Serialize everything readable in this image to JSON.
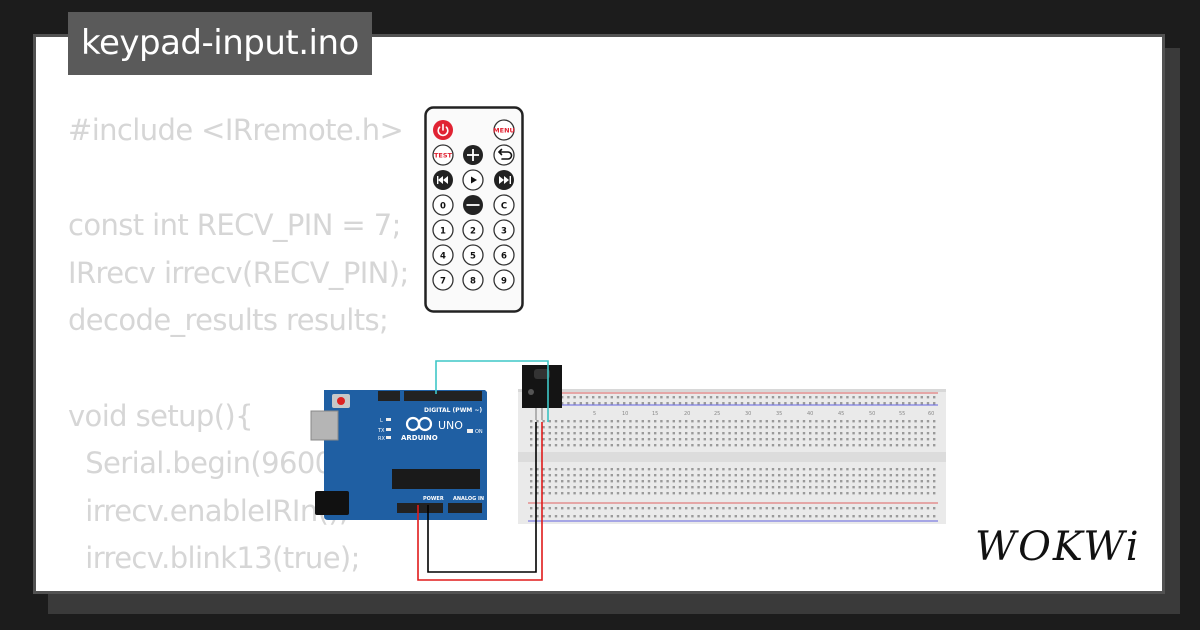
{
  "file": {
    "name": "keypad-input.ino"
  },
  "code": {
    "lines": [
      "#include <IRremote.h>",
      "",
      "const int RECV_PIN = 7;",
      "IRrecv irrecv(RECV_PIN);",
      "decode_results results;",
      "",
      "void setup(){",
      "  Serial.begin(9600);",
      "  irrecv.enableIRIn();",
      "  irrecv.blink13(true);",
      "}"
    ]
  },
  "remote": {
    "keys": {
      "power_icon": "power-icon",
      "menu": "MENU",
      "test": "TEST",
      "plus_icon": "plus-icon",
      "back_icon": "back-icon",
      "prev_icon": "prev-icon",
      "play_icon": "play-icon",
      "next_icon": "next-icon",
      "zero": "0",
      "minus_icon": "minus-icon",
      "c": "C",
      "one": "1",
      "two": "2",
      "three": "3",
      "four": "4",
      "five": "5",
      "six": "6",
      "seven": "7",
      "eight": "8",
      "nine": "9"
    }
  },
  "arduino": {
    "model": "UNO",
    "brand": "ARDUINO",
    "digital_label": "DIGITAL (PWM ~)",
    "power_label": "POWER",
    "analog_label": "ANALOG IN",
    "led_l": "L",
    "led_tx": "TX",
    "led_rx": "RX",
    "led_on": "ON"
  },
  "breadboard": {
    "column_numbers": [
      "5",
      "10",
      "15",
      "20",
      "25",
      "30",
      "35",
      "40",
      "45",
      "50",
      "55",
      "60"
    ]
  },
  "brand": {
    "logo_text": "WOKWi"
  },
  "colors": {
    "background": "#1c1c1c",
    "card": "#ffffff",
    "code_text": "#d6d6d6",
    "tab": "#5a5a5a",
    "arduino": "#1f5fa3",
    "wire_signal": "#3fc7c7",
    "wire_power": "#e01b1b",
    "wire_ground": "#000000",
    "remote_power": "#e02333"
  }
}
